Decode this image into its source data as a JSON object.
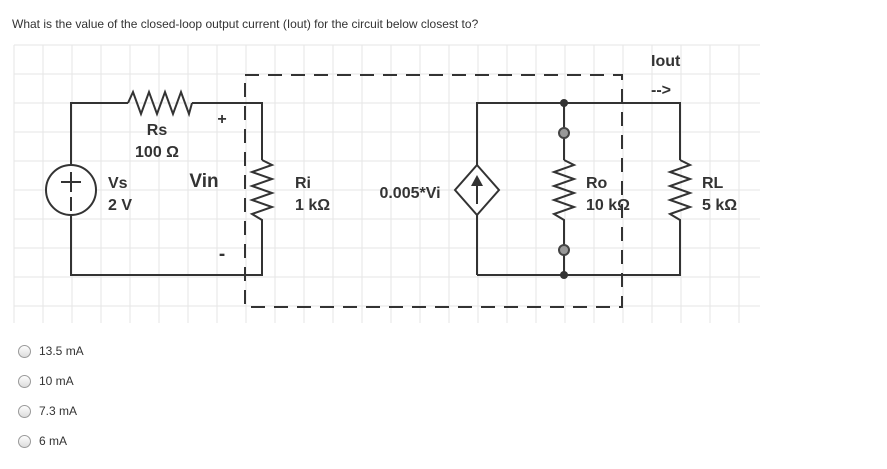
{
  "question": {
    "text": "What is the value of the closed-loop output current (Iout) for the circuit below closest to?"
  },
  "circuit": {
    "rs_name": "Rs",
    "rs_value": "100 Ω",
    "plus_sign": "+",
    "minus_sign": "-",
    "vin_label": "Vin",
    "vs_name": "Vs",
    "vs_value": "2 V",
    "ri_name": "Ri",
    "ri_value": "1 kΩ",
    "source_label": "0.005*Vi",
    "ro_name": "Ro",
    "ro_value": "10 kΩ",
    "rl_name": "RL",
    "rl_value": "5 kΩ",
    "iout_label": "Iout",
    "iout_arrow": "-->"
  },
  "answers": [
    {
      "label": "13.5 mA"
    },
    {
      "label": "10 mA"
    },
    {
      "label": "7.3 mA"
    },
    {
      "label": "6 mA"
    }
  ]
}
